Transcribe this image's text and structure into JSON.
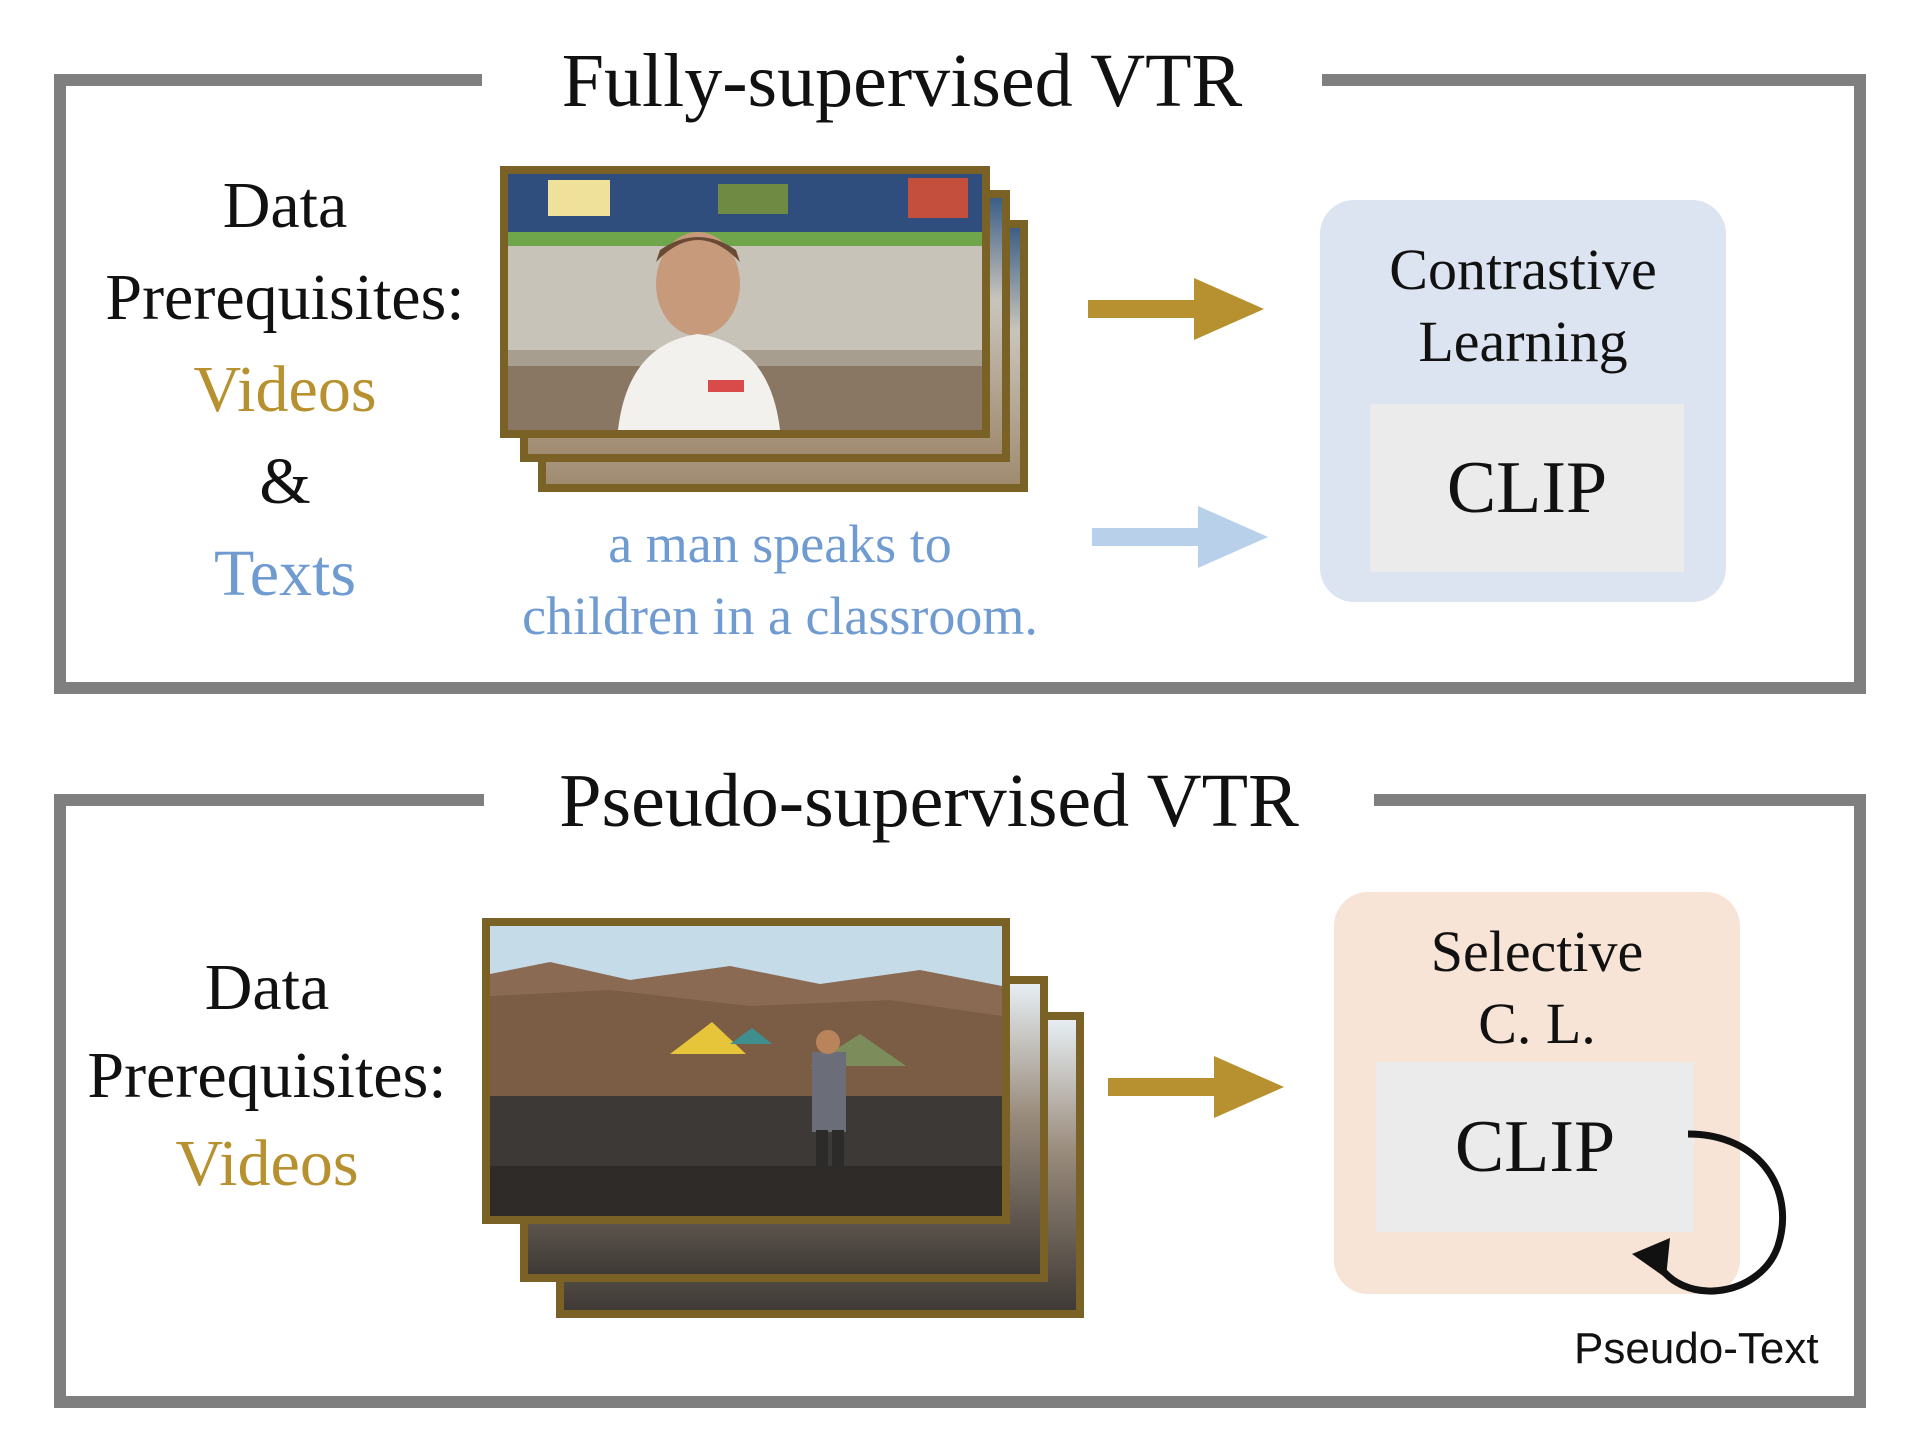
{
  "colors": {
    "gold": "#b7912f",
    "blue": "#6f9bd1",
    "panel_border": "#7f7f7f",
    "frame_border": "#7a6226",
    "module_blue_bg": "#dce4f1",
    "module_peach_bg": "#f7e4d6",
    "clip_bg": "#ebebeb"
  },
  "top_panel": {
    "title": "Fully-supervised VTR",
    "prereq": {
      "line1": "Data",
      "line2": "Prerequisites:",
      "videos": "Videos",
      "amp": "&",
      "texts": "Texts"
    },
    "caption_line1": "a man speaks to",
    "caption_line2": "children in a classroom.",
    "module_line1": "Contrastive",
    "module_line2": "Learning",
    "clip": "CLIP"
  },
  "bottom_panel": {
    "title": "Pseudo-supervised VTR",
    "prereq": {
      "line1": "Data",
      "line2": "Prerequisites:",
      "videos": "Videos"
    },
    "module_line1": "Selective",
    "module_line2": "C. L.",
    "clip": "CLIP",
    "loop_label": "Pseudo-Text"
  }
}
